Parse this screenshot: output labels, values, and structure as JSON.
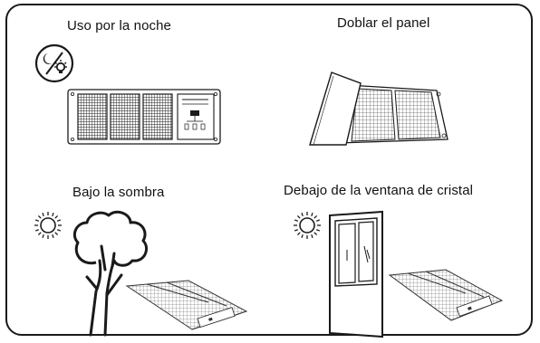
{
  "panels": {
    "night": {
      "caption": "Uso por la noche"
    },
    "fold": {
      "caption": "Doblar el panel"
    },
    "shade": {
      "caption": "Bajo la sombra"
    },
    "window": {
      "caption": "Debajo de la ventana de cristal"
    }
  },
  "colors": {
    "line": "#1a1a1a",
    "background": "#ffffff"
  },
  "icons": [
    "moon-bulb-icon",
    "sun-icon",
    "tree-icon",
    "door-icon",
    "solar-panel-icon"
  ]
}
